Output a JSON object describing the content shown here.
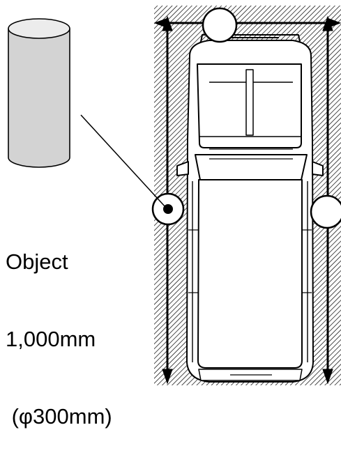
{
  "object_label": {
    "name": "Object",
    "height": "1,000mm",
    "diameter": " (φ300mm)"
  },
  "colors": {
    "cylinder_fill": "#d3d3d3",
    "cylinder_top": "#ececec",
    "stroke": "#000000",
    "hatch": "#000000",
    "background": "#ffffff"
  },
  "icons": [
    "cylinder-object-icon",
    "vehicle-top-view-icon",
    "detection-marker-icon"
  ]
}
